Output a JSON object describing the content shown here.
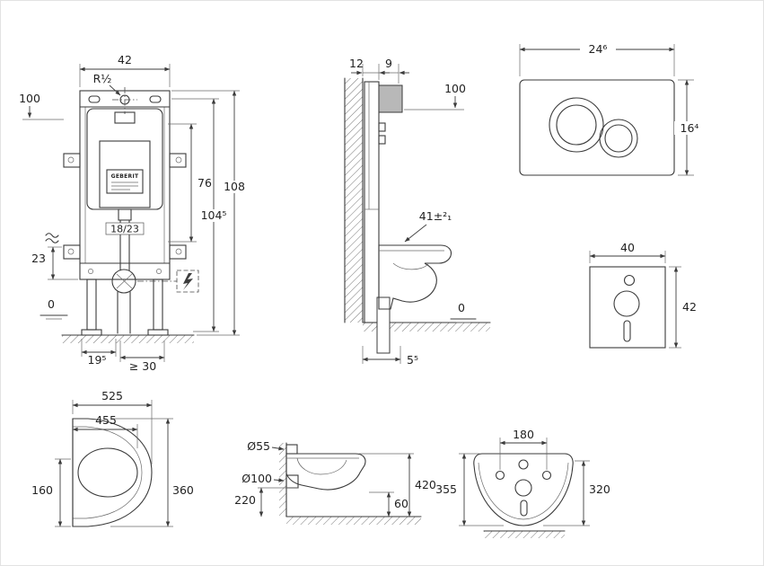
{
  "product": {
    "brand": "GEBERIT"
  },
  "views": {
    "frame_front": {
      "dim_width": "42",
      "water_connection": "R½",
      "height_marker": "100",
      "dim_76": "76",
      "dim_104_5": "104⁵",
      "dim_108": "108",
      "outlet_offset": "18/23",
      "dim_23": "23",
      "level_zero": "0",
      "dim_19_5": "19⁵",
      "dim_min_30": "≥ 30"
    },
    "frame_side": {
      "dim_12": "12",
      "dim_9": "9",
      "height_marker": "100",
      "dim_41_tol": "41±²₁",
      "level_zero": "0",
      "dim_5_5": "5⁵"
    },
    "flush_plate": {
      "dim_width": "24⁶",
      "dim_height": "16⁴"
    },
    "insulation_mat": {
      "dim_width": "40",
      "dim_height": "42"
    },
    "pan_top": {
      "dim_depth": "525",
      "dim_455": "455",
      "dim_160": "160",
      "dim_width": "360"
    },
    "pan_side": {
      "dim_flush_pipe": "Ø55",
      "dim_outlet": "Ø100",
      "dim_220": "220",
      "dim_420": "420",
      "dim_60": "60"
    },
    "pan_front": {
      "dim_180": "180",
      "dim_355": "355",
      "dim_320": "320"
    }
  }
}
